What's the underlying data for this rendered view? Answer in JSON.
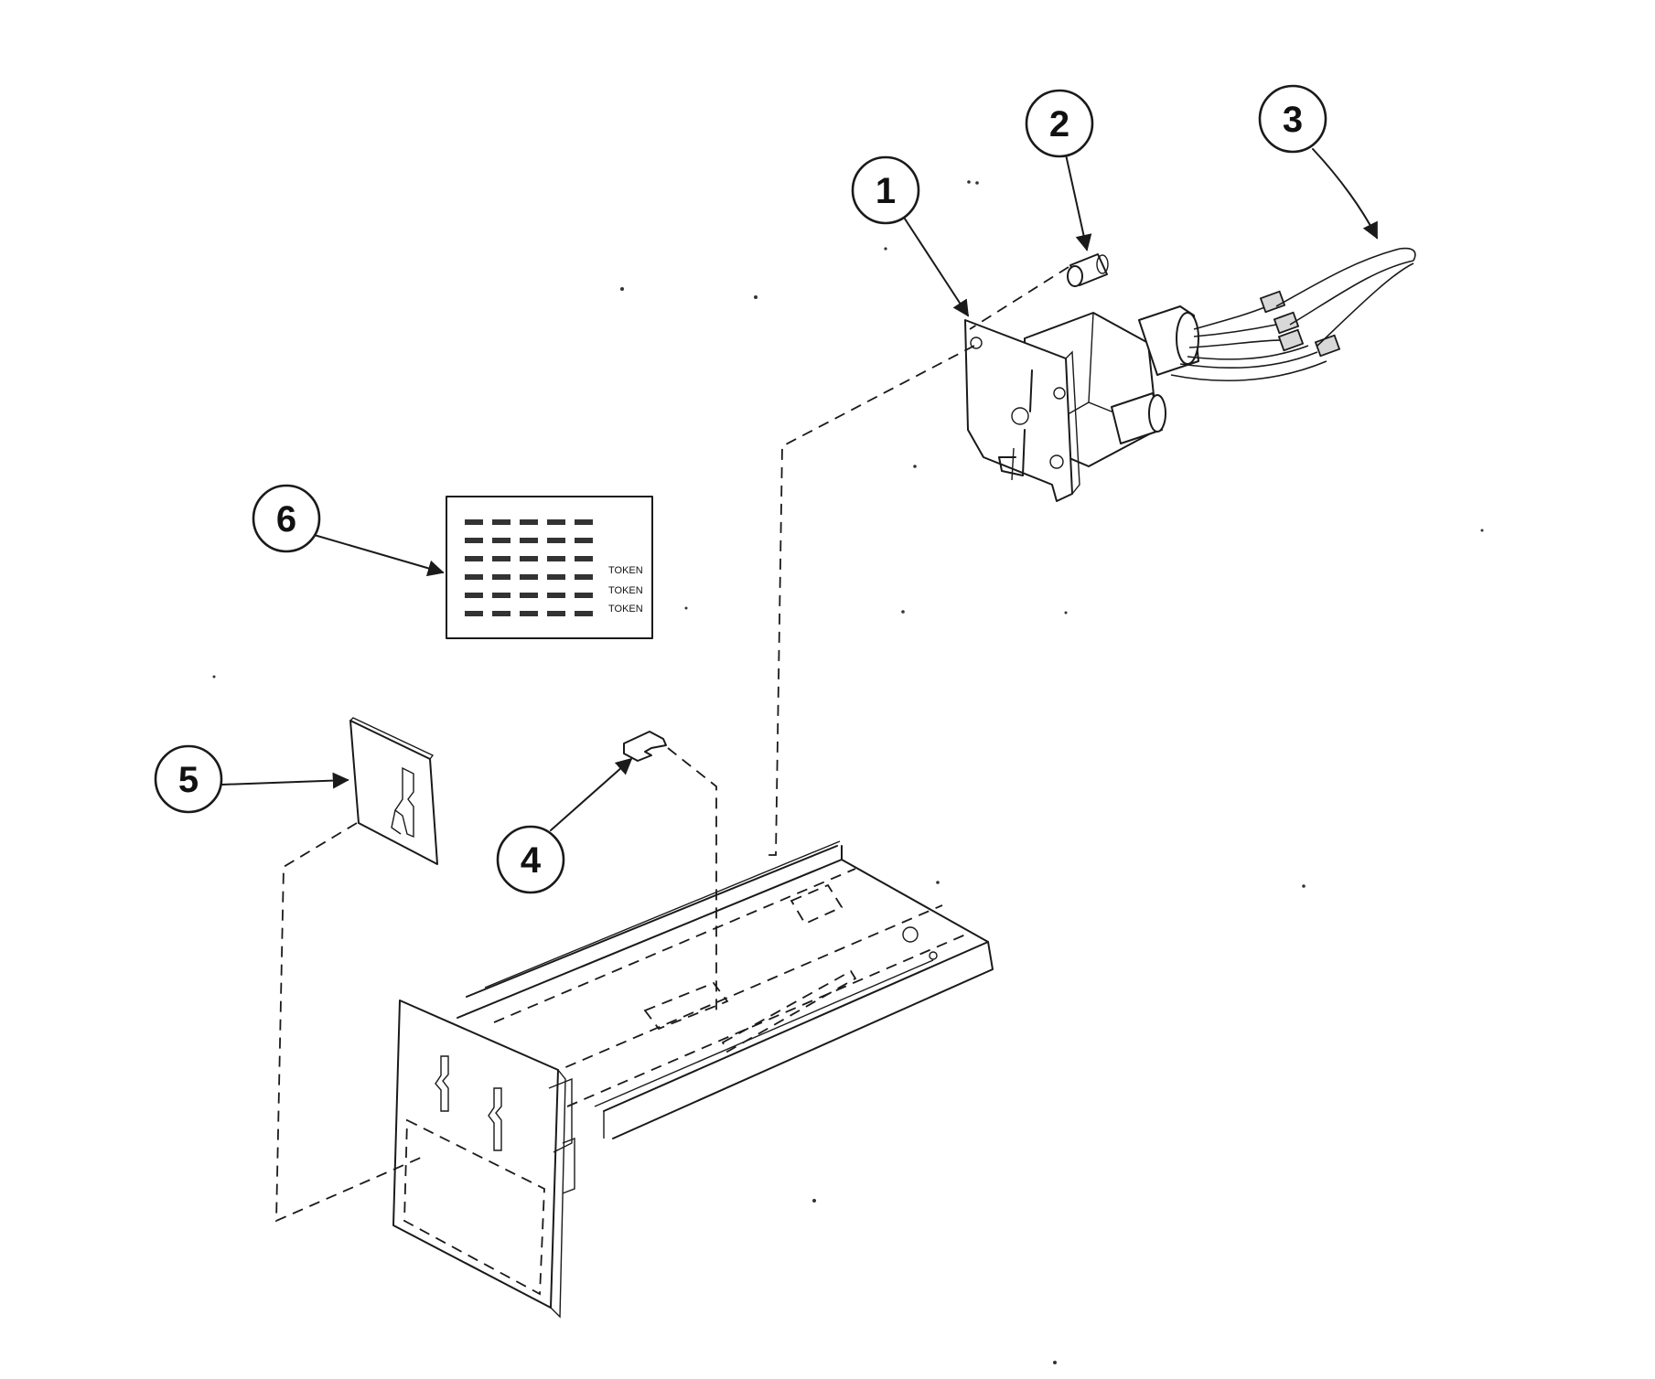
{
  "diagram": {
    "callouts": [
      {
        "number": "1",
        "part": "coin-acceptor"
      },
      {
        "number": "2",
        "part": "bushing"
      },
      {
        "number": "3",
        "part": "wire-harness"
      },
      {
        "number": "4",
        "part": "clip"
      },
      {
        "number": "5",
        "part": "coin-slot-plate"
      },
      {
        "number": "6",
        "part": "coin-label-decal"
      }
    ],
    "decal": {
      "token_labels": [
        "TOKEN",
        "TOKEN",
        "TOKEN"
      ]
    }
  }
}
